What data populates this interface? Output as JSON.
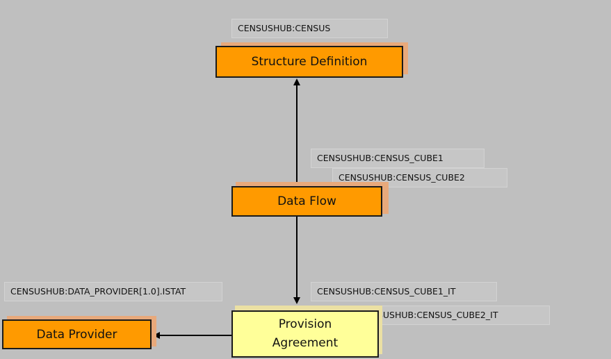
{
  "nodes": {
    "structure_definition": {
      "label": "Structure Definition"
    },
    "data_flow": {
      "label": "Data Flow"
    },
    "provision_agreement": {
      "label": "Provision\nAgreement"
    },
    "data_provider": {
      "label": "Data Provider"
    }
  },
  "tags": {
    "census": "CENSUSHUB:CENSUS",
    "census_cube1": "CENSUSHUB:CENSUS_CUBE1",
    "census_cube2": "CENSUSHUB:CENSUS_CUBE2",
    "data_provider_istat": "CENSUSHUB:DATA_PROVIDER[1.0].ISTAT",
    "census_cube1_it": "CENSUSHUB:CENSUS_CUBE1_IT",
    "census_cube2_it": "CENSUSHUB:CENSUS_CUBE2_IT"
  },
  "colors": {
    "background": "#bfbfbf",
    "box_orange": "#ff9a00",
    "box_yellow": "#ffff99"
  }
}
